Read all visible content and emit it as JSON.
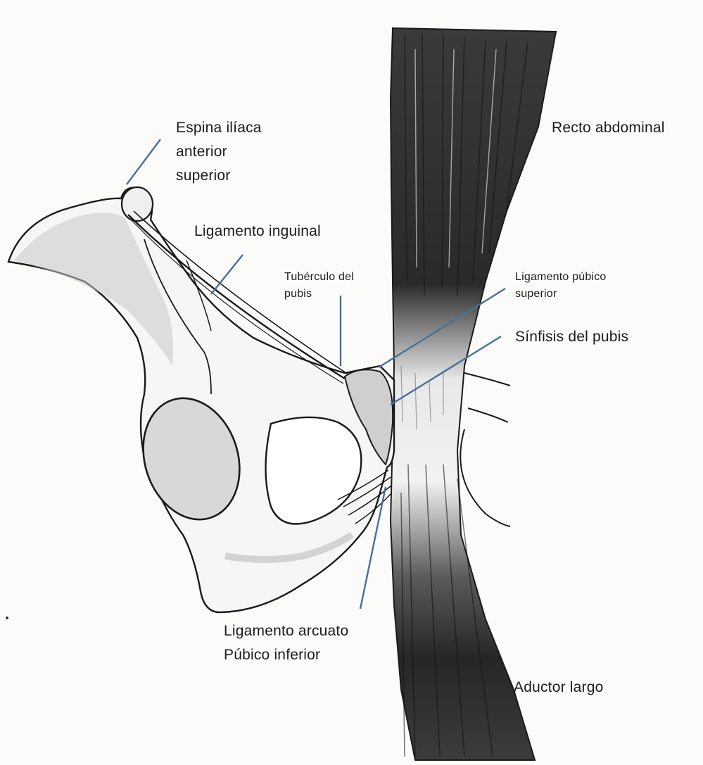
{
  "labels": {
    "asis": [
      "Espina ilíaca",
      "anterior",
      "superior"
    ],
    "recto": "Recto abdominal",
    "inguinal": "Ligamento inguinal",
    "tuberculo": [
      "Tubérculo del",
      "pubis"
    ],
    "pubico_superior": [
      "Ligamento púbico",
      "superior"
    ],
    "sinfisis": "Sínfisis del pubis",
    "arcuato": [
      "Ligamento arcuato",
      "Púbico inferior"
    ],
    "aductor": "Aductor largo"
  },
  "colors": {
    "leader_line": "#4a6f9a",
    "bone_outline": "#1a1a1a",
    "muscle_dark": "#2e2e2e",
    "background": "#fbfbfa"
  }
}
